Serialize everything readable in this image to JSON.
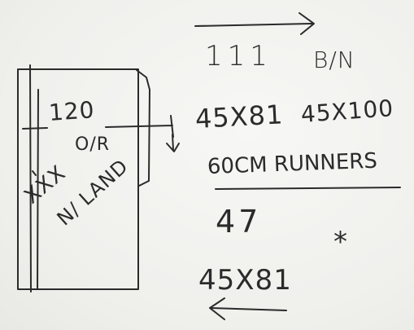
{
  "sheet": {
    "numbers": {
      "top_left": "111",
      "top_right": "B/N",
      "dims_a": "45X81",
      "dims_b": "45X100",
      "runners": "60CM RUNNERS",
      "middle": "47",
      "bottom": "45X81"
    },
    "drawing": {
      "width": "120",
      "or": "O/R",
      "xxx": "XXX",
      "land": "N/ LAND"
    },
    "marks": {
      "star": "*",
      "arrow_top": "right-arrow",
      "arrow_bottom": "left-arrow"
    },
    "ink_color": "#2b2b2b"
  }
}
